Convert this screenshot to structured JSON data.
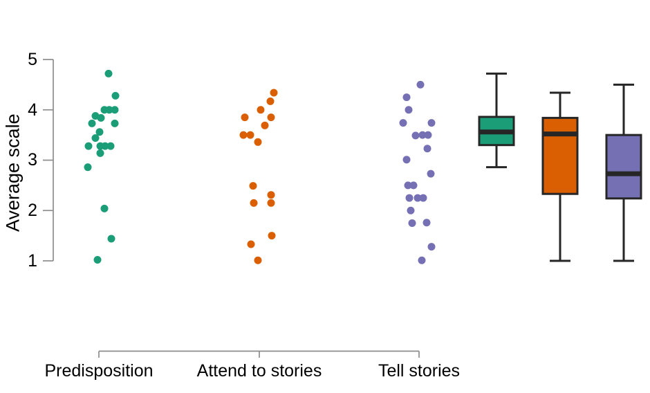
{
  "chart_data": {
    "type": "strip+box",
    "title": "",
    "ylabel": "Average scale",
    "ylim": [
      1,
      5
    ],
    "yticks": [
      5,
      4,
      3,
      2,
      1
    ],
    "ytick_labels": [
      "5",
      "4",
      "3",
      "2",
      "1"
    ],
    "grid": false,
    "legend": "none",
    "colors": {
      "axis": "#8c8c8c",
      "box_border": "#262626",
      "text": "#000000"
    },
    "groups": [
      {
        "label": "Predisposition",
        "color": "#1B9E77",
        "points": [
          [
            157,
            4.72
          ],
          [
            167,
            4.28
          ],
          [
            151,
            4.0
          ],
          [
            158,
            4.0
          ],
          [
            166,
            4.0
          ],
          [
            138,
            3.88
          ],
          [
            146,
            3.84
          ],
          [
            133,
            3.73
          ],
          [
            166,
            3.73
          ],
          [
            144,
            3.56
          ],
          [
            138,
            3.44
          ],
          [
            128,
            3.28
          ],
          [
            145,
            3.28
          ],
          [
            152,
            3.28
          ],
          [
            160,
            3.28
          ],
          [
            145,
            3.14
          ],
          [
            127,
            2.86
          ],
          [
            151,
            2.04
          ],
          [
            161,
            1.44
          ],
          [
            141,
            1.02
          ]
        ],
        "box": {
          "whisker_low": 2.86,
          "q1": 3.3,
          "median": 3.56,
          "q3": 3.86,
          "whisker_high": 4.72
        }
      },
      {
        "label": "Attend to stories",
        "color": "#D95F02",
        "points": [
          [
            396,
            4.34
          ],
          [
            391,
            4.17
          ],
          [
            377,
            4.0
          ],
          [
            354,
            3.85
          ],
          [
            392,
            3.85
          ],
          [
            383,
            3.69
          ],
          [
            352,
            3.5
          ],
          [
            362,
            3.5
          ],
          [
            373,
            3.36
          ],
          [
            366,
            2.49
          ],
          [
            392,
            2.31
          ],
          [
            367,
            2.15
          ],
          [
            392,
            2.15
          ],
          [
            393,
            1.5
          ],
          [
            363,
            1.33
          ],
          [
            373,
            1.01
          ]
        ],
        "box": {
          "whisker_low": 1.0,
          "q1": 2.33,
          "median": 3.52,
          "q3": 3.84,
          "whisker_high": 4.34
        }
      },
      {
        "label": "Tell stories",
        "color": "#7570B3",
        "points": [
          [
            608,
            4.5
          ],
          [
            588,
            4.25
          ],
          [
            591,
            4.0
          ],
          [
            583,
            3.74
          ],
          [
            624,
            3.74
          ],
          [
            601,
            3.49
          ],
          [
            611,
            3.5
          ],
          [
            619,
            3.5
          ],
          [
            618,
            3.23
          ],
          [
            588,
            3.01
          ],
          [
            623,
            2.73
          ],
          [
            590,
            2.5
          ],
          [
            598,
            2.5
          ],
          [
            592,
            2.25
          ],
          [
            604,
            2.25
          ],
          [
            612,
            2.25
          ],
          [
            594,
            2.0
          ],
          [
            596,
            1.75
          ],
          [
            617,
            1.76
          ],
          [
            624,
            1.28
          ],
          [
            610,
            1.01
          ]
        ],
        "box": {
          "whisker_low": 1.0,
          "q1": 2.24,
          "median": 2.73,
          "q3": 3.5,
          "whisker_high": 4.5
        }
      }
    ]
  }
}
